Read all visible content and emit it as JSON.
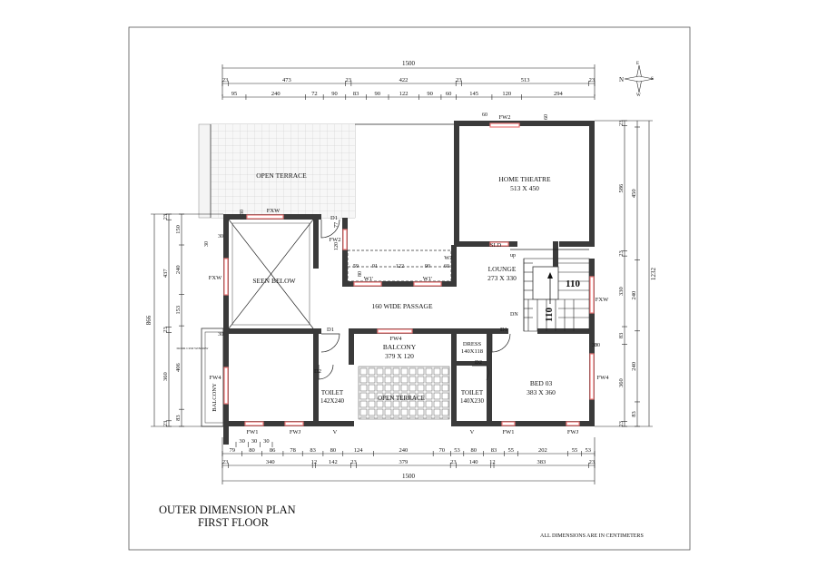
{
  "drawing": {
    "title_line1": "OUTER DIMENSION PLAN",
    "title_line2": "FIRST FLOOR",
    "note": "ALL DIMENSIONS ARE IN CENTIMETERS"
  },
  "compass": {
    "n": "N",
    "e": "E",
    "s": "S",
    "w": "W"
  },
  "rooms": {
    "open_terrace_top": "OPEN TERRACE",
    "home_theatre": "HOME THEATRE",
    "home_theatre_size": "513 X 450",
    "seen_below": "SEEN BELOW",
    "lounge": "LOUNGE",
    "lounge_size": "273 X 330",
    "passage": "160 WIDE PASSAGE",
    "balcony": "BALCONY",
    "balcony_size": "379 X 120",
    "open_terrace_bottom": "OPEN TERRACE",
    "toilet_left": "TOILET",
    "toilet_left_size": "142X240",
    "toilet_right": "TOILET",
    "toilet_right_size": "140X230",
    "dress": "DRESS",
    "dress_size": "140X118",
    "bed03": "BED 03",
    "bed03_size": "383 X 360",
    "balcony_side": "BALCONY",
    "door_cum_window": "DOOR CUM WINDOW",
    "stair_110_a": "110",
    "stair_110_b": "110",
    "up": "up",
    "dn": "DN"
  },
  "openings": {
    "fxw_top": "FXW",
    "fxw_left": "FXW",
    "fxw_right": "FXW",
    "fw2_top": "FW2",
    "fw2_mid": "FW2",
    "fw4_left": "FW4",
    "fw4_balc": "FW4",
    "fw4_right": "FW4",
    "d1_a": "D1",
    "d1_b": "D1",
    "d1_c": "D1",
    "d2_a": "D2",
    "d2_b": "D2",
    "w1_a": "W1'",
    "w1_b": "W1'",
    "w2": "W2",
    "sld": "SLD",
    "fw1_a": "FW1",
    "fw1_b": "FW1",
    "fwj_a": "FWJ",
    "fwj_b": "FWJ",
    "v_a": "V",
    "v_b": "V"
  },
  "top_dims": {
    "overall": "1500",
    "row2": [
      "23",
      "473",
      "23",
      "422",
      "23",
      "513",
      "23"
    ],
    "row3": [
      "95",
      "240",
      "72",
      "90",
      "83",
      "90",
      "122",
      "90",
      "60",
      "145",
      "120",
      "294"
    ],
    "wall_small": [
      "60",
      "60"
    ]
  },
  "bottom_dims": {
    "row1": [
      "30",
      "30",
      "30"
    ],
    "row2": [
      "79",
      "80",
      "86",
      "78",
      "83",
      "80",
      "124",
      "240",
      "70",
      "53",
      "80",
      "83",
      "55",
      "202",
      "55",
      "53"
    ],
    "row3": [
      "23",
      "340",
      "12",
      "142",
      "23",
      "379",
      "23",
      "140",
      "12",
      "383",
      "23"
    ],
    "row4": [
      "12",
      "12",
      "12"
    ],
    "overall": "1500"
  },
  "left_dims": {
    "overall": "866",
    "outer": [
      "23",
      "437",
      "23",
      "360",
      "23"
    ],
    "inner": [
      "150",
      "240",
      "153",
      "406",
      "83"
    ],
    "small": [
      "30",
      "30",
      "30",
      "30"
    ]
  },
  "right_dims": {
    "overall": "1232",
    "outer": [
      "23",
      "586",
      "23",
      "330",
      "83",
      "360",
      "23"
    ],
    "inner": [
      "450",
      "240",
      "240",
      "83"
    ],
    "small": [
      "30"
    ]
  },
  "interior_dims": [
    "77",
    "120",
    "59",
    "91",
    "122",
    "90",
    "60",
    "30",
    "80"
  ]
}
